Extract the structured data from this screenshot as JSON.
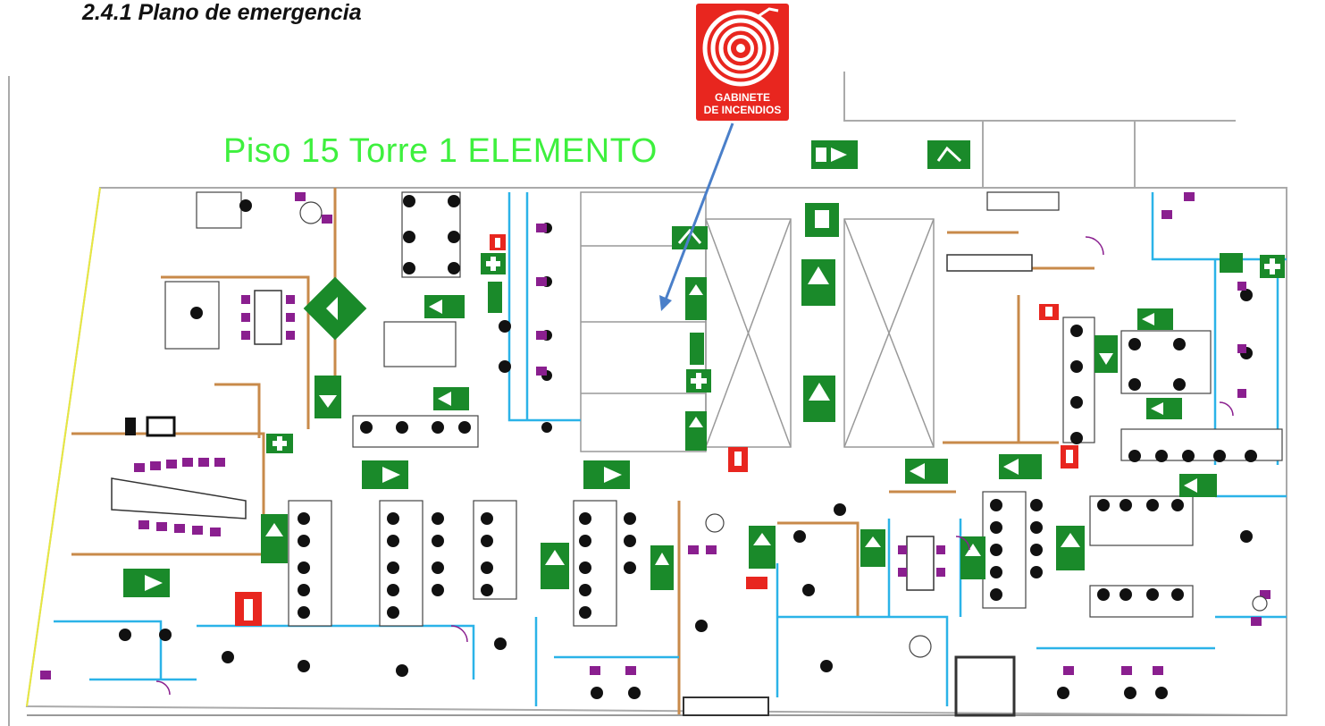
{
  "heading": "2.4.1 Plano de emergencia",
  "plan": {
    "title": "Piso 15 Torre 1 ELEMENTO"
  },
  "sign": {
    "line1": "GABINETE",
    "line2": "DE INCENDIOS",
    "icon": "fire-hose-reel-icon"
  },
  "colors": {
    "exit_green": "#1a8a2a",
    "fire_red": "#e8261f",
    "title_green": "#3ef03e",
    "wall_blue": "#2bb3e8",
    "wall_brown": "#c88a4a",
    "chair_purple": "#8a1f8f",
    "arrow_blue": "#4a7fc9"
  },
  "legend_icons": [
    "exit-sign-icon",
    "fire-extinguisher-icon",
    "first-aid-icon",
    "fire-hose-reel-icon"
  ]
}
